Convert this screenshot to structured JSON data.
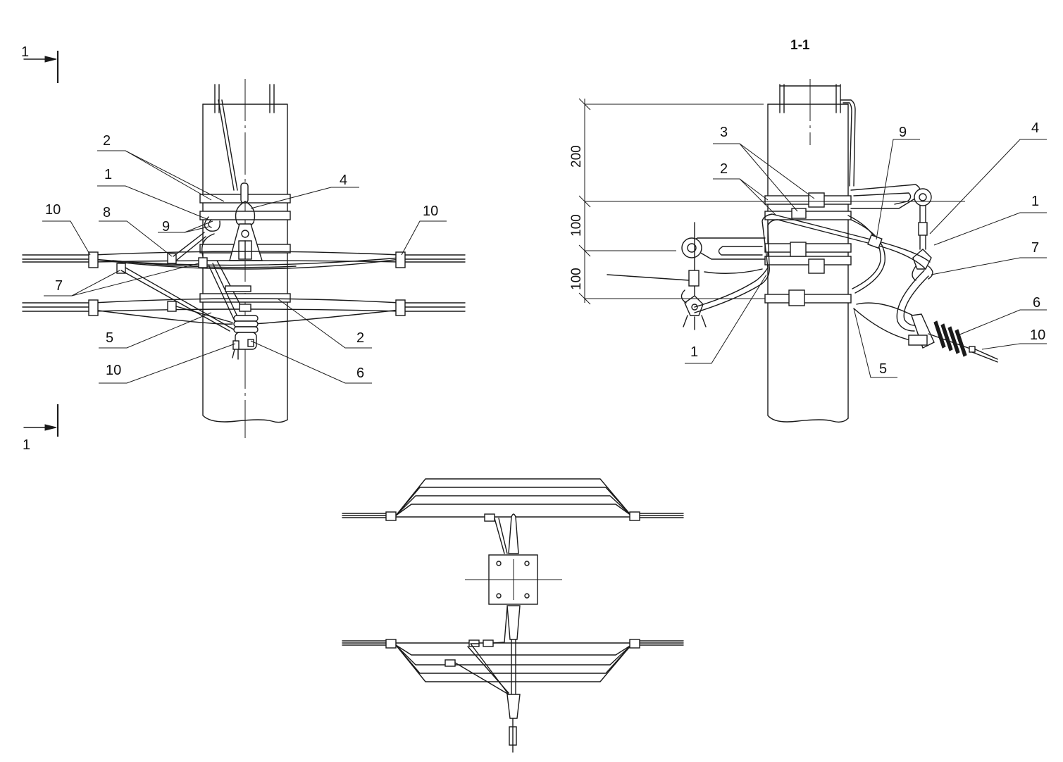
{
  "section_title": "1-1",
  "section_marks": {
    "top": "1",
    "bottom": "1"
  },
  "front_view": {
    "callouts": [
      "2",
      "1",
      "9",
      "8",
      "10",
      "10",
      "4",
      "7",
      "5",
      "10",
      "2",
      "6"
    ]
  },
  "side_view": {
    "callouts": [
      "3",
      "2",
      "9",
      "4",
      "1",
      "7",
      "6",
      "10",
      "1",
      "5"
    ],
    "dimensions": [
      "200",
      "100",
      "100"
    ]
  }
}
